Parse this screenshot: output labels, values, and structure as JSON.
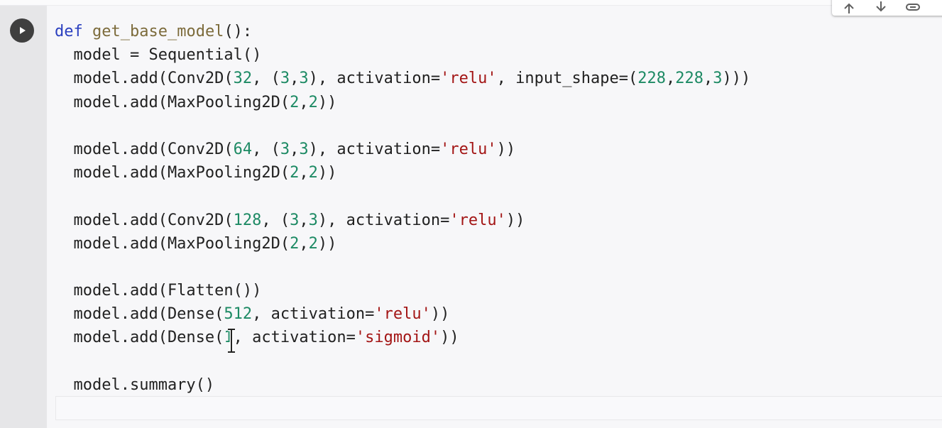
{
  "cell": {
    "run_button_label": "Run cell",
    "code_lines": [
      [
        {
          "t": "def",
          "c": "kw"
        },
        {
          "t": " ",
          "c": ""
        },
        {
          "t": "get_base_model",
          "c": "fn"
        },
        {
          "t": "():",
          "c": ""
        }
      ],
      [
        {
          "t": "  model = Sequential()",
          "c": ""
        }
      ],
      [
        {
          "t": "  model.add(Conv2D(",
          "c": ""
        },
        {
          "t": "32",
          "c": "num"
        },
        {
          "t": ", (",
          "c": ""
        },
        {
          "t": "3",
          "c": "num"
        },
        {
          "t": ",",
          "c": ""
        },
        {
          "t": "3",
          "c": "num"
        },
        {
          "t": "), activation=",
          "c": ""
        },
        {
          "t": "'relu'",
          "c": "str"
        },
        {
          "t": ", input_shape=(",
          "c": ""
        },
        {
          "t": "228",
          "c": "num"
        },
        {
          "t": ",",
          "c": ""
        },
        {
          "t": "228",
          "c": "num"
        },
        {
          "t": ",",
          "c": ""
        },
        {
          "t": "3",
          "c": "num"
        },
        {
          "t": ")))",
          "c": ""
        }
      ],
      [
        {
          "t": "  model.add(MaxPooling2D(",
          "c": ""
        },
        {
          "t": "2",
          "c": "num"
        },
        {
          "t": ",",
          "c": ""
        },
        {
          "t": "2",
          "c": "num"
        },
        {
          "t": "))",
          "c": ""
        }
      ],
      [],
      [
        {
          "t": "  model.add(Conv2D(",
          "c": ""
        },
        {
          "t": "64",
          "c": "num"
        },
        {
          "t": ", (",
          "c": ""
        },
        {
          "t": "3",
          "c": "num"
        },
        {
          "t": ",",
          "c": ""
        },
        {
          "t": "3",
          "c": "num"
        },
        {
          "t": "), activation=",
          "c": ""
        },
        {
          "t": "'relu'",
          "c": "str"
        },
        {
          "t": "))",
          "c": ""
        }
      ],
      [
        {
          "t": "  model.add(MaxPooling2D(",
          "c": ""
        },
        {
          "t": "2",
          "c": "num"
        },
        {
          "t": ",",
          "c": ""
        },
        {
          "t": "2",
          "c": "num"
        },
        {
          "t": "))",
          "c": ""
        }
      ],
      [],
      [
        {
          "t": "  model.add(Conv2D(",
          "c": ""
        },
        {
          "t": "128",
          "c": "num"
        },
        {
          "t": ", (",
          "c": ""
        },
        {
          "t": "3",
          "c": "num"
        },
        {
          "t": ",",
          "c": ""
        },
        {
          "t": "3",
          "c": "num"
        },
        {
          "t": "), activation=",
          "c": ""
        },
        {
          "t": "'relu'",
          "c": "str"
        },
        {
          "t": "))",
          "c": ""
        }
      ],
      [
        {
          "t": "  model.add(MaxPooling2D(",
          "c": ""
        },
        {
          "t": "2",
          "c": "num"
        },
        {
          "t": ",",
          "c": ""
        },
        {
          "t": "2",
          "c": "num"
        },
        {
          "t": "))",
          "c": ""
        }
      ],
      [],
      [
        {
          "t": "  model.add(Flatten())",
          "c": ""
        }
      ],
      [
        {
          "t": "  model.add(Dense(",
          "c": ""
        },
        {
          "t": "512",
          "c": "num"
        },
        {
          "t": ", activation=",
          "c": ""
        },
        {
          "t": "'relu'",
          "c": "str"
        },
        {
          "t": "))",
          "c": ""
        }
      ],
      [
        {
          "t": "  model.add(Dense(",
          "c": ""
        },
        {
          "t": "1",
          "c": "num"
        },
        {
          "t": ", activation=",
          "c": ""
        },
        {
          "t": "'sigmoid'",
          "c": "str"
        },
        {
          "t": "))",
          "c": ""
        }
      ],
      [],
      [
        {
          "t": "  model.summary()",
          "c": ""
        }
      ]
    ]
  },
  "toolbar": {
    "move_up_icon": "arrow-up-icon",
    "move_down_icon": "arrow-down-icon",
    "link_icon": "link-icon"
  }
}
